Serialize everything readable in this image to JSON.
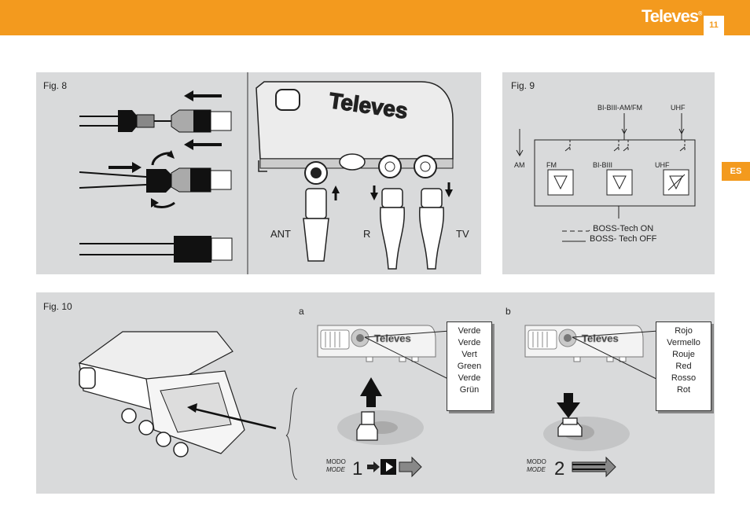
{
  "header": {
    "brand": "Televes",
    "brand_mark": "®",
    "page_number": "11",
    "lang_tab": "ES",
    "accent_color": "#f39a1e"
  },
  "fig8": {
    "label": "Fig. 8",
    "device_brand": "Televes",
    "ports": {
      "ant": "ANT",
      "r": "R",
      "tv": "TV"
    }
  },
  "fig9": {
    "label": "Fig. 9",
    "inputs": {
      "top_a": "BI-BIII-AM/FM",
      "top_b": "UHF",
      "am": "AM"
    },
    "filters": {
      "fm": "FM",
      "bi_biii": "BI-BIII",
      "uhf": "UHF"
    },
    "legend": {
      "on": ". BOSS-Tech ON",
      "off": "BOSS- Tech OFF"
    }
  },
  "fig10": {
    "label": "Fig. 10",
    "a": {
      "label": "a",
      "device_brand": "Televes",
      "colors": [
        "Verde",
        "Verde",
        "Vert",
        "Green",
        "Verde",
        "Grün"
      ],
      "modo": "MODO",
      "mode": "MODE",
      "number": "1"
    },
    "b": {
      "label": "b",
      "device_brand": "Televes",
      "colors": [
        "Rojo",
        "Vermello",
        "Rouje",
        "Red",
        "Rosso",
        "Rot"
      ],
      "modo": "MODO",
      "mode": "MODE",
      "number": "2"
    }
  }
}
